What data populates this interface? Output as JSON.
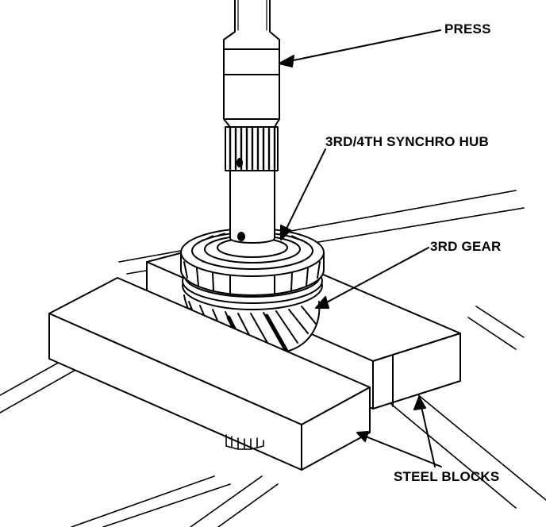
{
  "labels": {
    "press": "PRESS",
    "synchro_hub": "3RD/4TH SYNCHRO HUB",
    "third_gear": "3RD GEAR",
    "steel_blocks": "STEEL BLOCKS"
  },
  "colors": {
    "ink": "#000000",
    "paper": "#ffffff",
    "shade": "#1a1a1a"
  }
}
